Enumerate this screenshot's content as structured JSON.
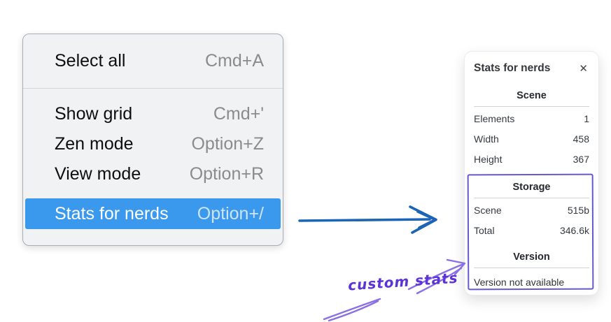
{
  "menu": {
    "items": [
      {
        "label": "Select all",
        "shortcut": "Cmd+A",
        "selected": false
      },
      {
        "label": "Show grid",
        "shortcut": "Cmd+'",
        "selected": false
      },
      {
        "label": "Zen mode",
        "shortcut": "Option+Z",
        "selected": false
      },
      {
        "label": "View mode",
        "shortcut": "Option+R",
        "selected": false
      },
      {
        "label": "Stats for nerds",
        "shortcut": "Option+/",
        "selected": true
      }
    ]
  },
  "panel": {
    "title": "Stats for nerds",
    "close_icon": "✕",
    "sections": [
      {
        "header": "Scene",
        "rows": [
          {
            "label": "Elements",
            "value": "1"
          },
          {
            "label": "Width",
            "value": "458"
          },
          {
            "label": "Height",
            "value": "367"
          }
        ]
      },
      {
        "header": "Storage",
        "rows": [
          {
            "label": "Scene",
            "value": "515b"
          },
          {
            "label": "Total",
            "value": "346.6k"
          }
        ]
      },
      {
        "header": "Version",
        "note": "Version not available"
      }
    ]
  },
  "annotation": {
    "label": "custom stats"
  },
  "colors": {
    "menu_highlight": "#3b99ed",
    "menu_highlight_text": "#ffffff",
    "flow_arrow_blue": "#1c64b5",
    "annotation_purple": "#5b33d6",
    "annotation_arrow_purple": "#8a70e3",
    "stats_box_purple": "#6459cf"
  }
}
